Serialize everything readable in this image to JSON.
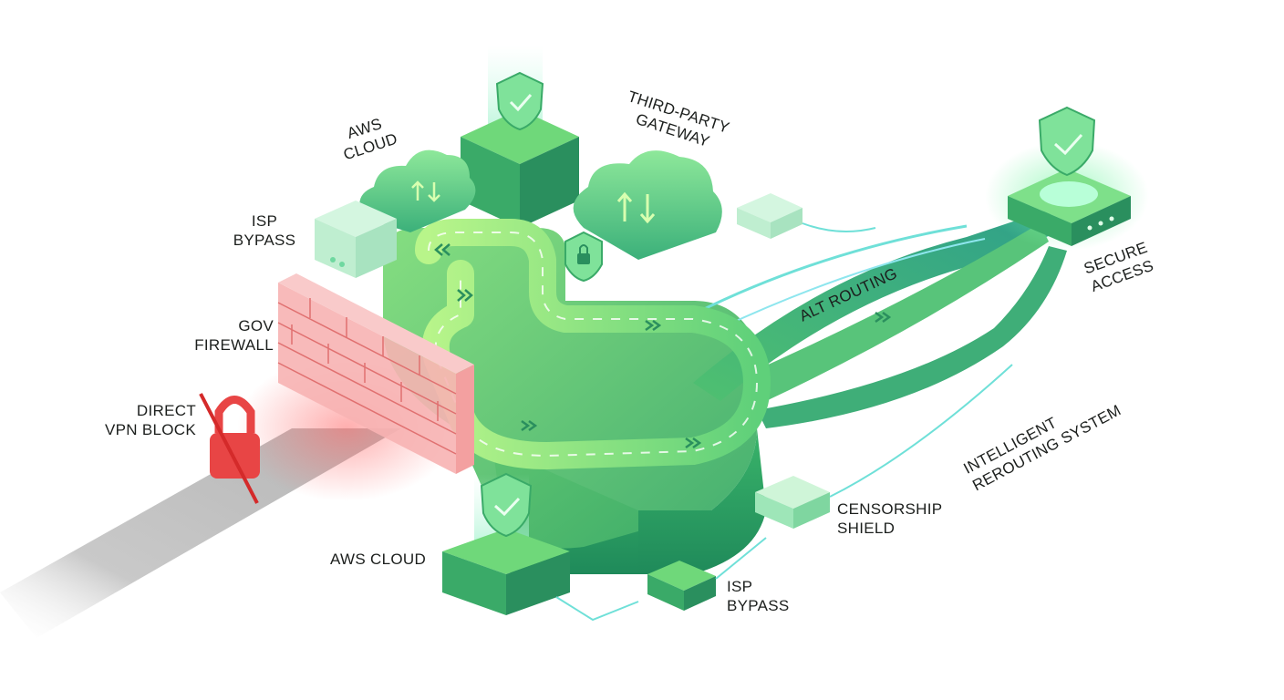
{
  "labels": {
    "aws_cloud_top": "AWS\nCLOUD",
    "third_party_gateway": "THIRD-PARTY\nGATEWAY",
    "isp_bypass_left": "ISP\nBYPASS",
    "gov_firewall": "GOV\nFIREWALL",
    "direct_vpn_block": "DIRECT\nVPN BLOCK",
    "alt_routing": "ALT ROUTING",
    "secure_access": "SECURE\nACCESS",
    "intelligent_rerouting": "INTELLIGENT\nREROUTING SYSTEM",
    "censorship_shield": "CENSORSHIP\nSHIELD",
    "aws_cloud_bottom": "AWS CLOUD",
    "isp_bypass_bottom": "ISP\nBYPASS"
  },
  "icons": {
    "shield": "shield-check-icon",
    "cloud": "cloud-sync-icon",
    "lock": "padlock-icon",
    "chip": "circuit-chip-icon",
    "wall": "brick-firewall-icon",
    "blocked_lock": "blocked-padlock-icon"
  },
  "colors": {
    "green_light": "#8ee38a",
    "green_mid": "#4fc46f",
    "green_dark": "#2f9a5e",
    "teal": "#3fc7b8",
    "cyan_line": "#6fe0d8",
    "firewall_red": "#f08080",
    "block_red": "#e23a3a",
    "blocked_path_gray": "#cfcfcf"
  }
}
